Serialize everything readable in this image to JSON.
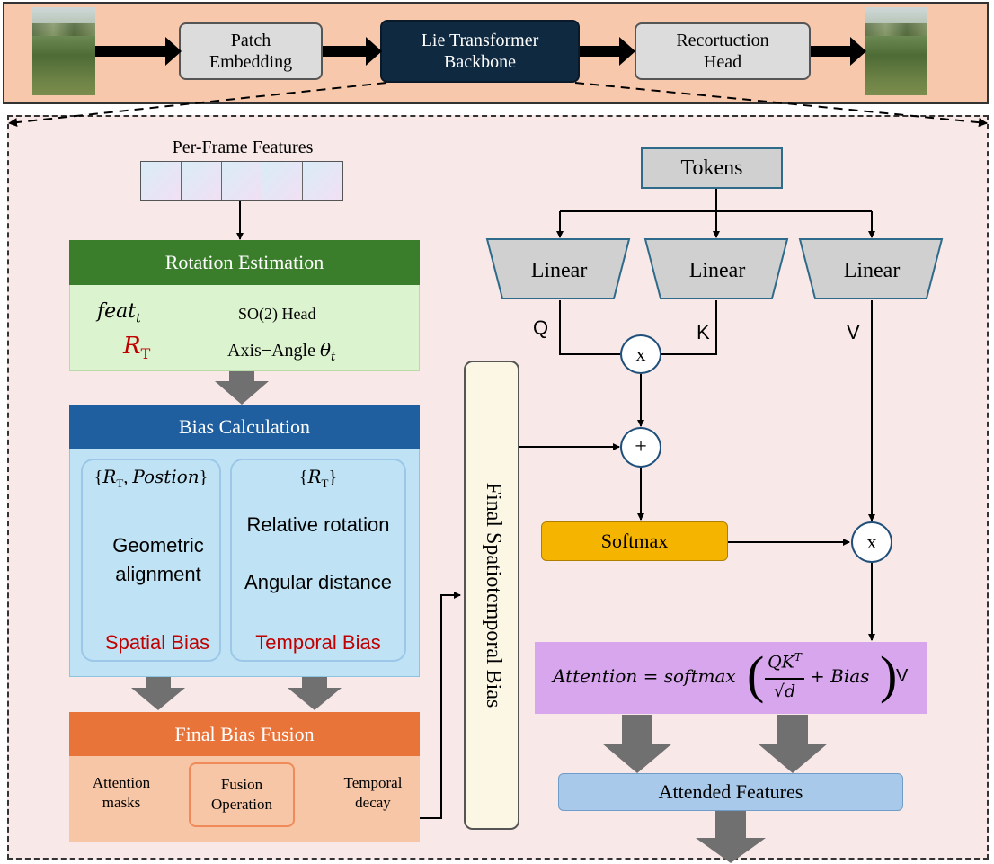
{
  "top": {
    "patch_embedding": [
      "Patch",
      "Embedding"
    ],
    "lie_backbone": [
      "Lie Transformer",
      "Backbone"
    ],
    "reconstruction_head": [
      "Recortuction",
      "Head"
    ]
  },
  "per_frame_features": "Per-Frame Features",
  "rotation": {
    "title": "Rotation Estimation",
    "feat": "feat",
    "feat_sub": "t",
    "so2_head": "SO(2) Head",
    "r_letter": "R",
    "r_sub": "T",
    "axis_angle": "Axis−Angle ",
    "theta": "θ",
    "theta_sub": "t"
  },
  "bias": {
    "title": "Bias Calculation",
    "left": {
      "set_open": "{",
      "r": "R",
      "r_sub": "T",
      "comma": ", ",
      "position": "Postion",
      "set_close": "}",
      "step1": "Geometric",
      "step1b": "alignment",
      "result": "Spatial Bias"
    },
    "right": {
      "set_open": "{",
      "r": "R",
      "r_sub": "T",
      "set_close": "}",
      "step1": "Relative rotation",
      "step2": "Angular distance",
      "result": "Temporal Bias"
    }
  },
  "fusion": {
    "title": "Final Bias Fusion",
    "left_input": [
      "Attention",
      "masks"
    ],
    "op": [
      "Fusion",
      "Operation"
    ],
    "right_input": [
      "Temporal",
      "decay"
    ]
  },
  "final_bias": "Final Spatiotemporal Bias",
  "attention": {
    "tokens": "Tokens",
    "linear_labels": [
      "Linear",
      "Linear",
      "Linear"
    ],
    "q": "Q",
    "k": "K",
    "v": "V",
    "multiply": "x",
    "plus": "+",
    "softmax": "Softmax",
    "multiply2": "x",
    "formula": {
      "lhs": "Attention",
      "eq": " = ",
      "fn": "softmax",
      "num": "QK",
      "num_sup": "T",
      "den": "d",
      "plus_bias": "+ Bias",
      "v": "V"
    },
    "attended": "Attended Features"
  },
  "colors": {
    "top_band": "#f7c8ac",
    "detail_bg": "#f8e9e8",
    "rotation_header": "#3a7d2b",
    "rotation_body": "#dcf3cf",
    "bias_header": "#1f5fa0",
    "bias_body": "#bfe3f4",
    "fusion_header": "#e9743a",
    "fusion_body": "#f6c6a6",
    "final_bias_bg": "#fbf7e4",
    "softmax": "#f4b400",
    "formula_bg": "#d7a6ec",
    "attended": "#a9c9ea",
    "red_text": "#c00000"
  }
}
